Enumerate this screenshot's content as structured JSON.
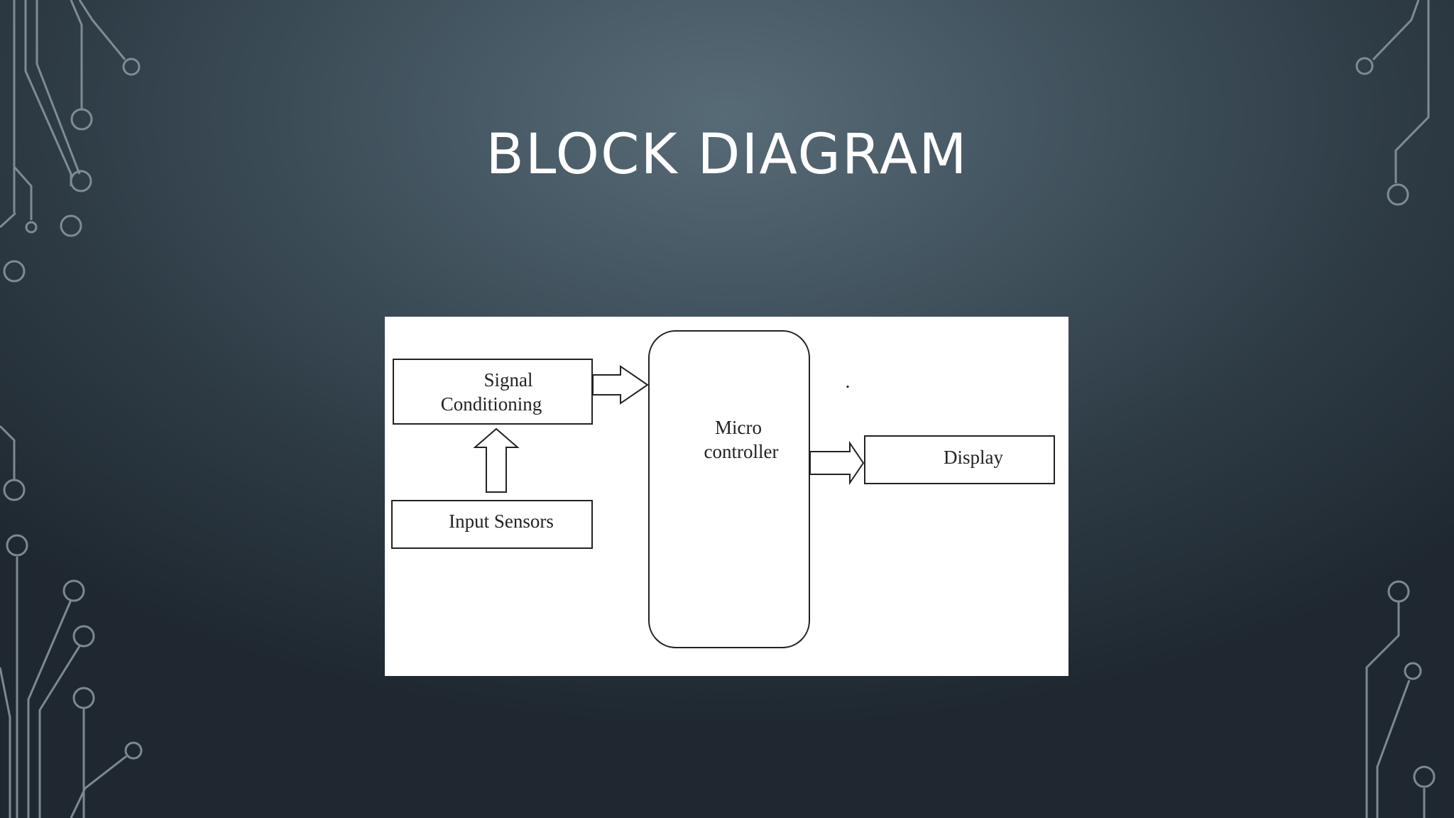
{
  "slide": {
    "title": "BLOCK DIAGRAM"
  },
  "diagram": {
    "blocks": {
      "signal_line1": "Signal",
      "signal_line2": "Conditioning",
      "input_sensors": "Input Sensors",
      "micro_line1": "Micro",
      "micro_line2": "controller",
      "display": "Display"
    },
    "stray_mark": "."
  },
  "colors": {
    "background": "#3f505b",
    "circuit_lines": "#8d9aa3",
    "title": "#ffffff",
    "panel": "#ffffff",
    "stroke": "#222222"
  }
}
